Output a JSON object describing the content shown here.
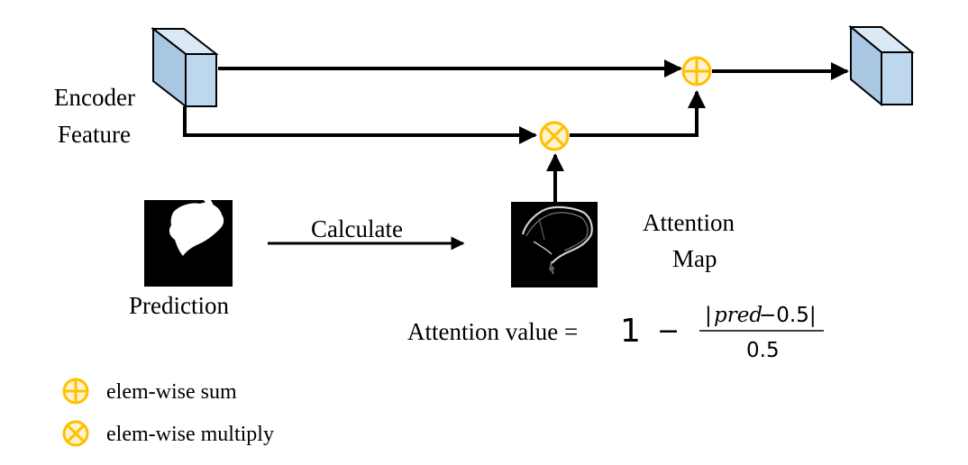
{
  "labels": {
    "encoder_line1": "Encoder",
    "encoder_line2": "Feature",
    "calculate": "Calculate",
    "attention_line1": "Attention",
    "attention_line2": "Map",
    "prediction": "Prediction"
  },
  "formula": {
    "lhs": "Attention value =",
    "one": "1",
    "minus": "−",
    "numerator_bar_left": "|",
    "numerator_var": "pred",
    "numerator_rest": "−0.5|",
    "denominator": "0.5"
  },
  "legend": [
    {
      "icon": "circle-plus-icon",
      "label": "elem-wise sum"
    },
    {
      "icon": "circle-times-icon",
      "label": "elem-wise multiply"
    }
  ],
  "colors": {
    "cube_fill": "#bdd7ee",
    "cube_stroke": "#000000",
    "operator_stroke": "#ffc000",
    "operator_fill": "#fff2cc",
    "arrow": "#000000"
  }
}
